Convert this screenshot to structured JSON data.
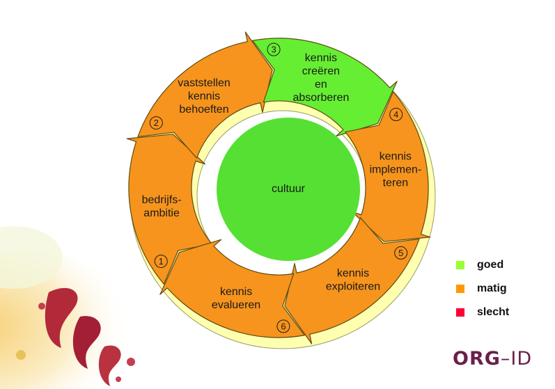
{
  "diagram": {
    "center_label": "cultuur",
    "segments": [
      {
        "number": "1",
        "lines": [
          "bedrijfs-",
          "ambitie"
        ],
        "status": "matig"
      },
      {
        "number": "2",
        "lines": [
          "vaststellen",
          "kennis",
          "behoeften"
        ],
        "status": "matig"
      },
      {
        "number": "3",
        "lines": [
          "kennis",
          "creëren",
          "en",
          "absorberen"
        ],
        "status": "goed"
      },
      {
        "number": "4",
        "lines": [
          "kennis",
          "implemen-",
          "teren"
        ],
        "status": "matig"
      },
      {
        "number": "5",
        "lines": [
          "kennis",
          "exploiteren"
        ],
        "status": "matig"
      },
      {
        "number": "6",
        "lines": [
          "kennis",
          "evalueren"
        ],
        "status": "matig"
      }
    ]
  },
  "legend": [
    {
      "label": "goed",
      "color": "#99ff33"
    },
    {
      "label": "matig",
      "color": "#ff9900"
    },
    {
      "label": "slecht",
      "color": "#ff0033"
    }
  ],
  "brand": {
    "strong": "ORG",
    "separator": "–",
    "light": "ID",
    "color": "#6b1f4a"
  },
  "colors": {
    "goed": "#66ee33",
    "matig": "#f7941d",
    "slecht": "#ee1133",
    "band": "#ffffb0",
    "center": "#55e033"
  }
}
